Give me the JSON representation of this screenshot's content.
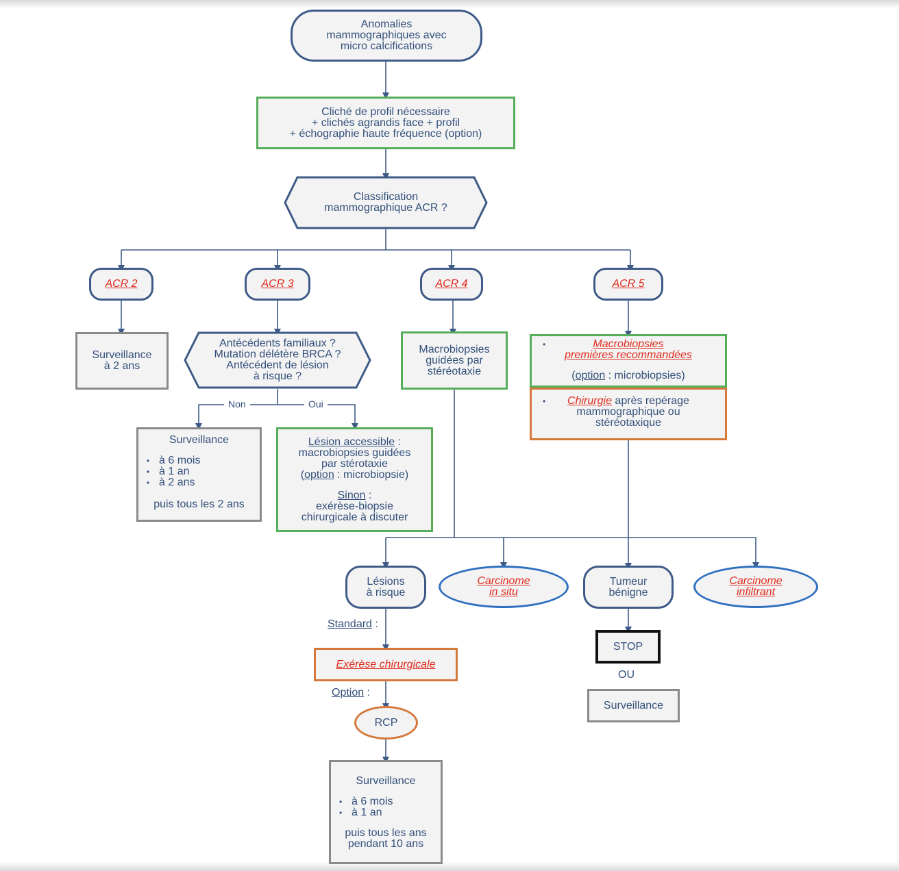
{
  "start": [
    "Anomalies",
    "mammographiques avec",
    "micro calcifications"
  ],
  "cliche": [
    "Cliché de profil nécessaire",
    "+ clichés agrandis face + profil",
    "+ échographie haute fréquence (option)"
  ],
  "classification": [
    "Classification",
    "mammographique ACR ?"
  ],
  "acr": [
    "ACR 2",
    "ACR 3",
    "ACR 4",
    "ACR 5"
  ],
  "acr2_result": [
    "Surveillance",
    "à 2 ans"
  ],
  "acr3_question": [
    "Antécédents familiaux ?",
    "Mutation délétère BRCA ?",
    "Antécédent de lésion",
    "à risque ?"
  ],
  "branch_labels": {
    "no": "Non",
    "yes": "Oui"
  },
  "acr3_non": {
    "title": "Surveillance",
    "items": [
      "à 6 mois",
      "à 1 an",
      "à 2 ans"
    ],
    "footer": "puis tous les 2 ans"
  },
  "acr3_oui": {
    "line1_u": "Lésion accessible",
    "line1_rest": " :",
    "line2": "macrobiopsies guidées",
    "line3": "par stérotaxie",
    "line4_pre": "(",
    "line4_u": "option",
    "line4_rest": " : microbiopsie)",
    "line5_u": "Sinon",
    "line5_rest": " :",
    "line6": "exérèse-biopsie",
    "line7": "chirurgicale à discuter"
  },
  "acr4_result": [
    "Macrobiopsies",
    "guidées par",
    "stéréotaxie"
  ],
  "acr5_green": {
    "line1": "Macrobiopsies",
    "line2": "premières recommandées",
    "opt_pre": "(",
    "opt_u": "option",
    "opt_rest": " : microbiopsies)"
  },
  "acr5_orange": {
    "red": "Chirurgie",
    "rest1": " après repérage",
    "line2": "mammographique ou",
    "line3": "stéréotaxique"
  },
  "outcomes": {
    "lesions": [
      "Lésions",
      "à risque"
    ],
    "cis": [
      "Carcinome",
      "in situ"
    ],
    "benign": [
      "Tumeur",
      "bénigne"
    ],
    "infiltrant": [
      "Carcinome",
      "infiltrant"
    ]
  },
  "standard_label": {
    "u": "Standard",
    "rest": " :"
  },
  "exerese": "Exérèse chirurgicale",
  "option_label": {
    "u": "Option",
    "rest": " :"
  },
  "rcp": "RCP",
  "final_surv": {
    "title": "Surveillance",
    "items": [
      "à 6 mois",
      "à 1 an"
    ],
    "footer1": "puis tous les ans",
    "footer2": "pendant 10 ans"
  },
  "stop": "STOP",
  "ou": "OU",
  "surv_benign": "Surveillance",
  "colors": {
    "navy": "#3e5a86",
    "green": "#56ad5a",
    "orange": "#d5783a",
    "gray": "#8a8a8a",
    "red": "#e02a1b",
    "blue": "#2f6fbf",
    "text": "#33507a"
  }
}
